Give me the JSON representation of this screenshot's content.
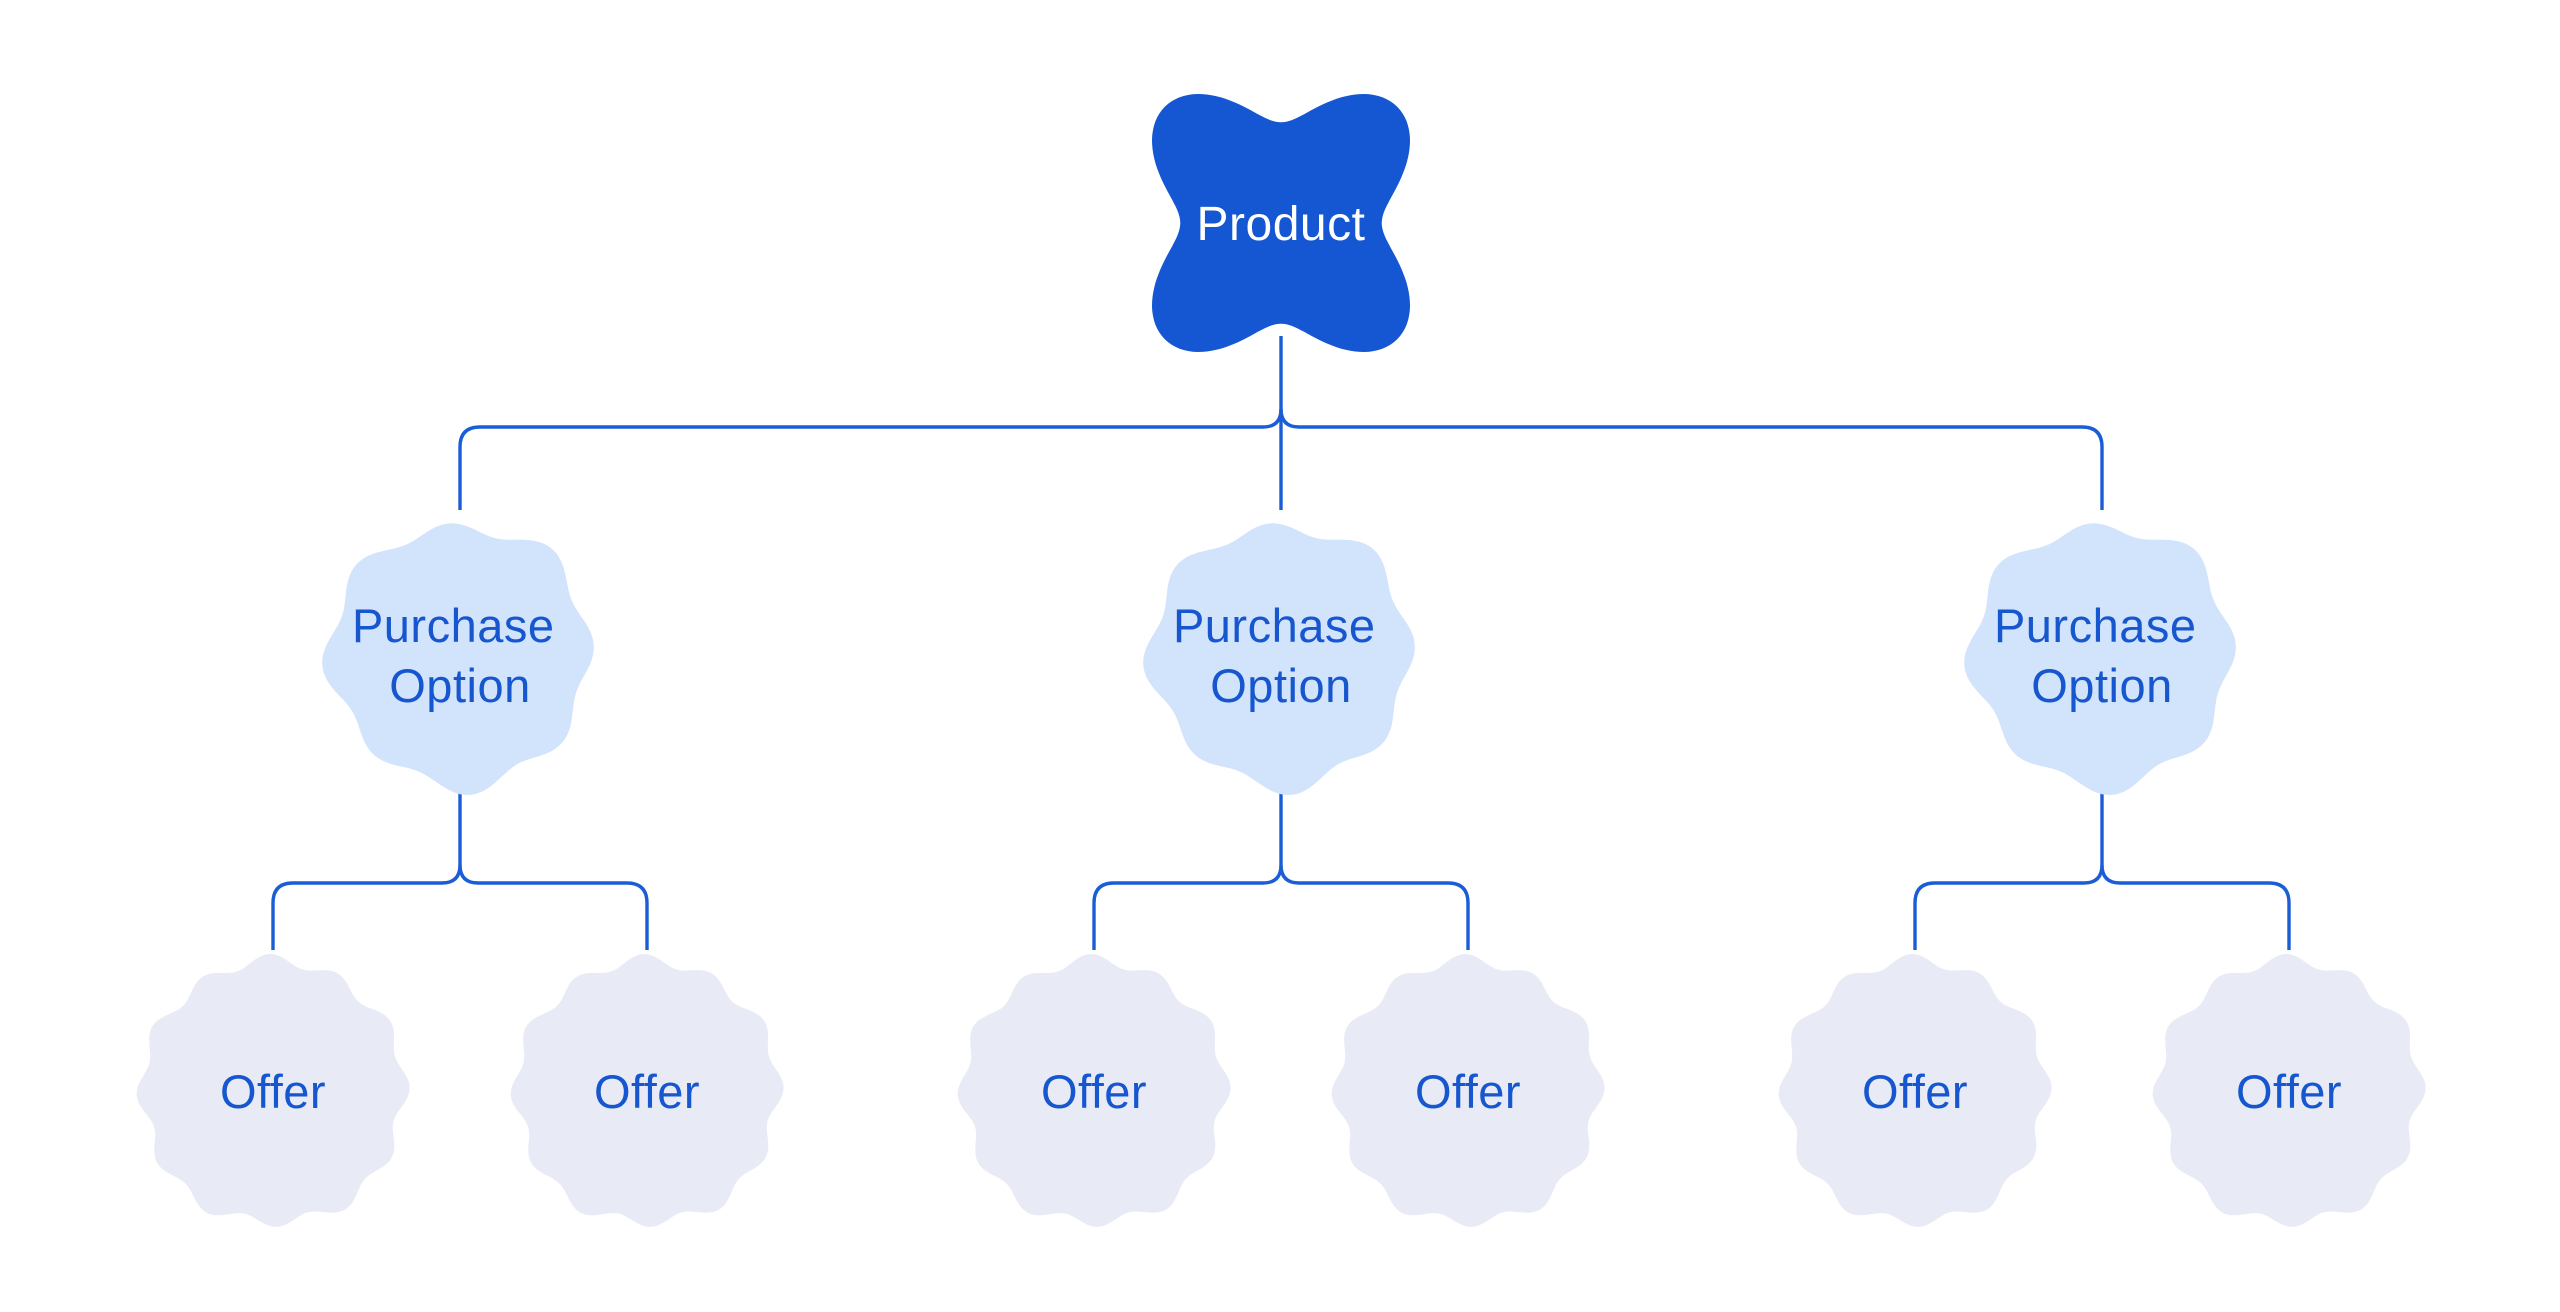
{
  "diagram": {
    "colors": {
      "background": "#FFFFFF",
      "root_fill": "#1557D2",
      "root_text": "#FFFFFF",
      "option_fill": "#D2E3FC",
      "offer_fill": "#E8EBF5",
      "label_text": "#1656CE",
      "connector": "#1A5DD6"
    },
    "root": {
      "label": "Product"
    },
    "purchase_options": [
      {
        "label": "Purchase Option",
        "label_lines": [
          "Purchase",
          "Option"
        ],
        "offers": [
          {
            "label": "Offer"
          },
          {
            "label": "Offer"
          }
        ]
      },
      {
        "label": "Purchase Option",
        "label_lines": [
          "Purchase",
          "Option"
        ],
        "offers": [
          {
            "label": "Offer"
          },
          {
            "label": "Offer"
          }
        ]
      },
      {
        "label": "Purchase Option",
        "label_lines": [
          "Purchase",
          "Option"
        ],
        "offers": [
          {
            "label": "Offer"
          },
          {
            "label": "Offer"
          }
        ]
      }
    ]
  }
}
